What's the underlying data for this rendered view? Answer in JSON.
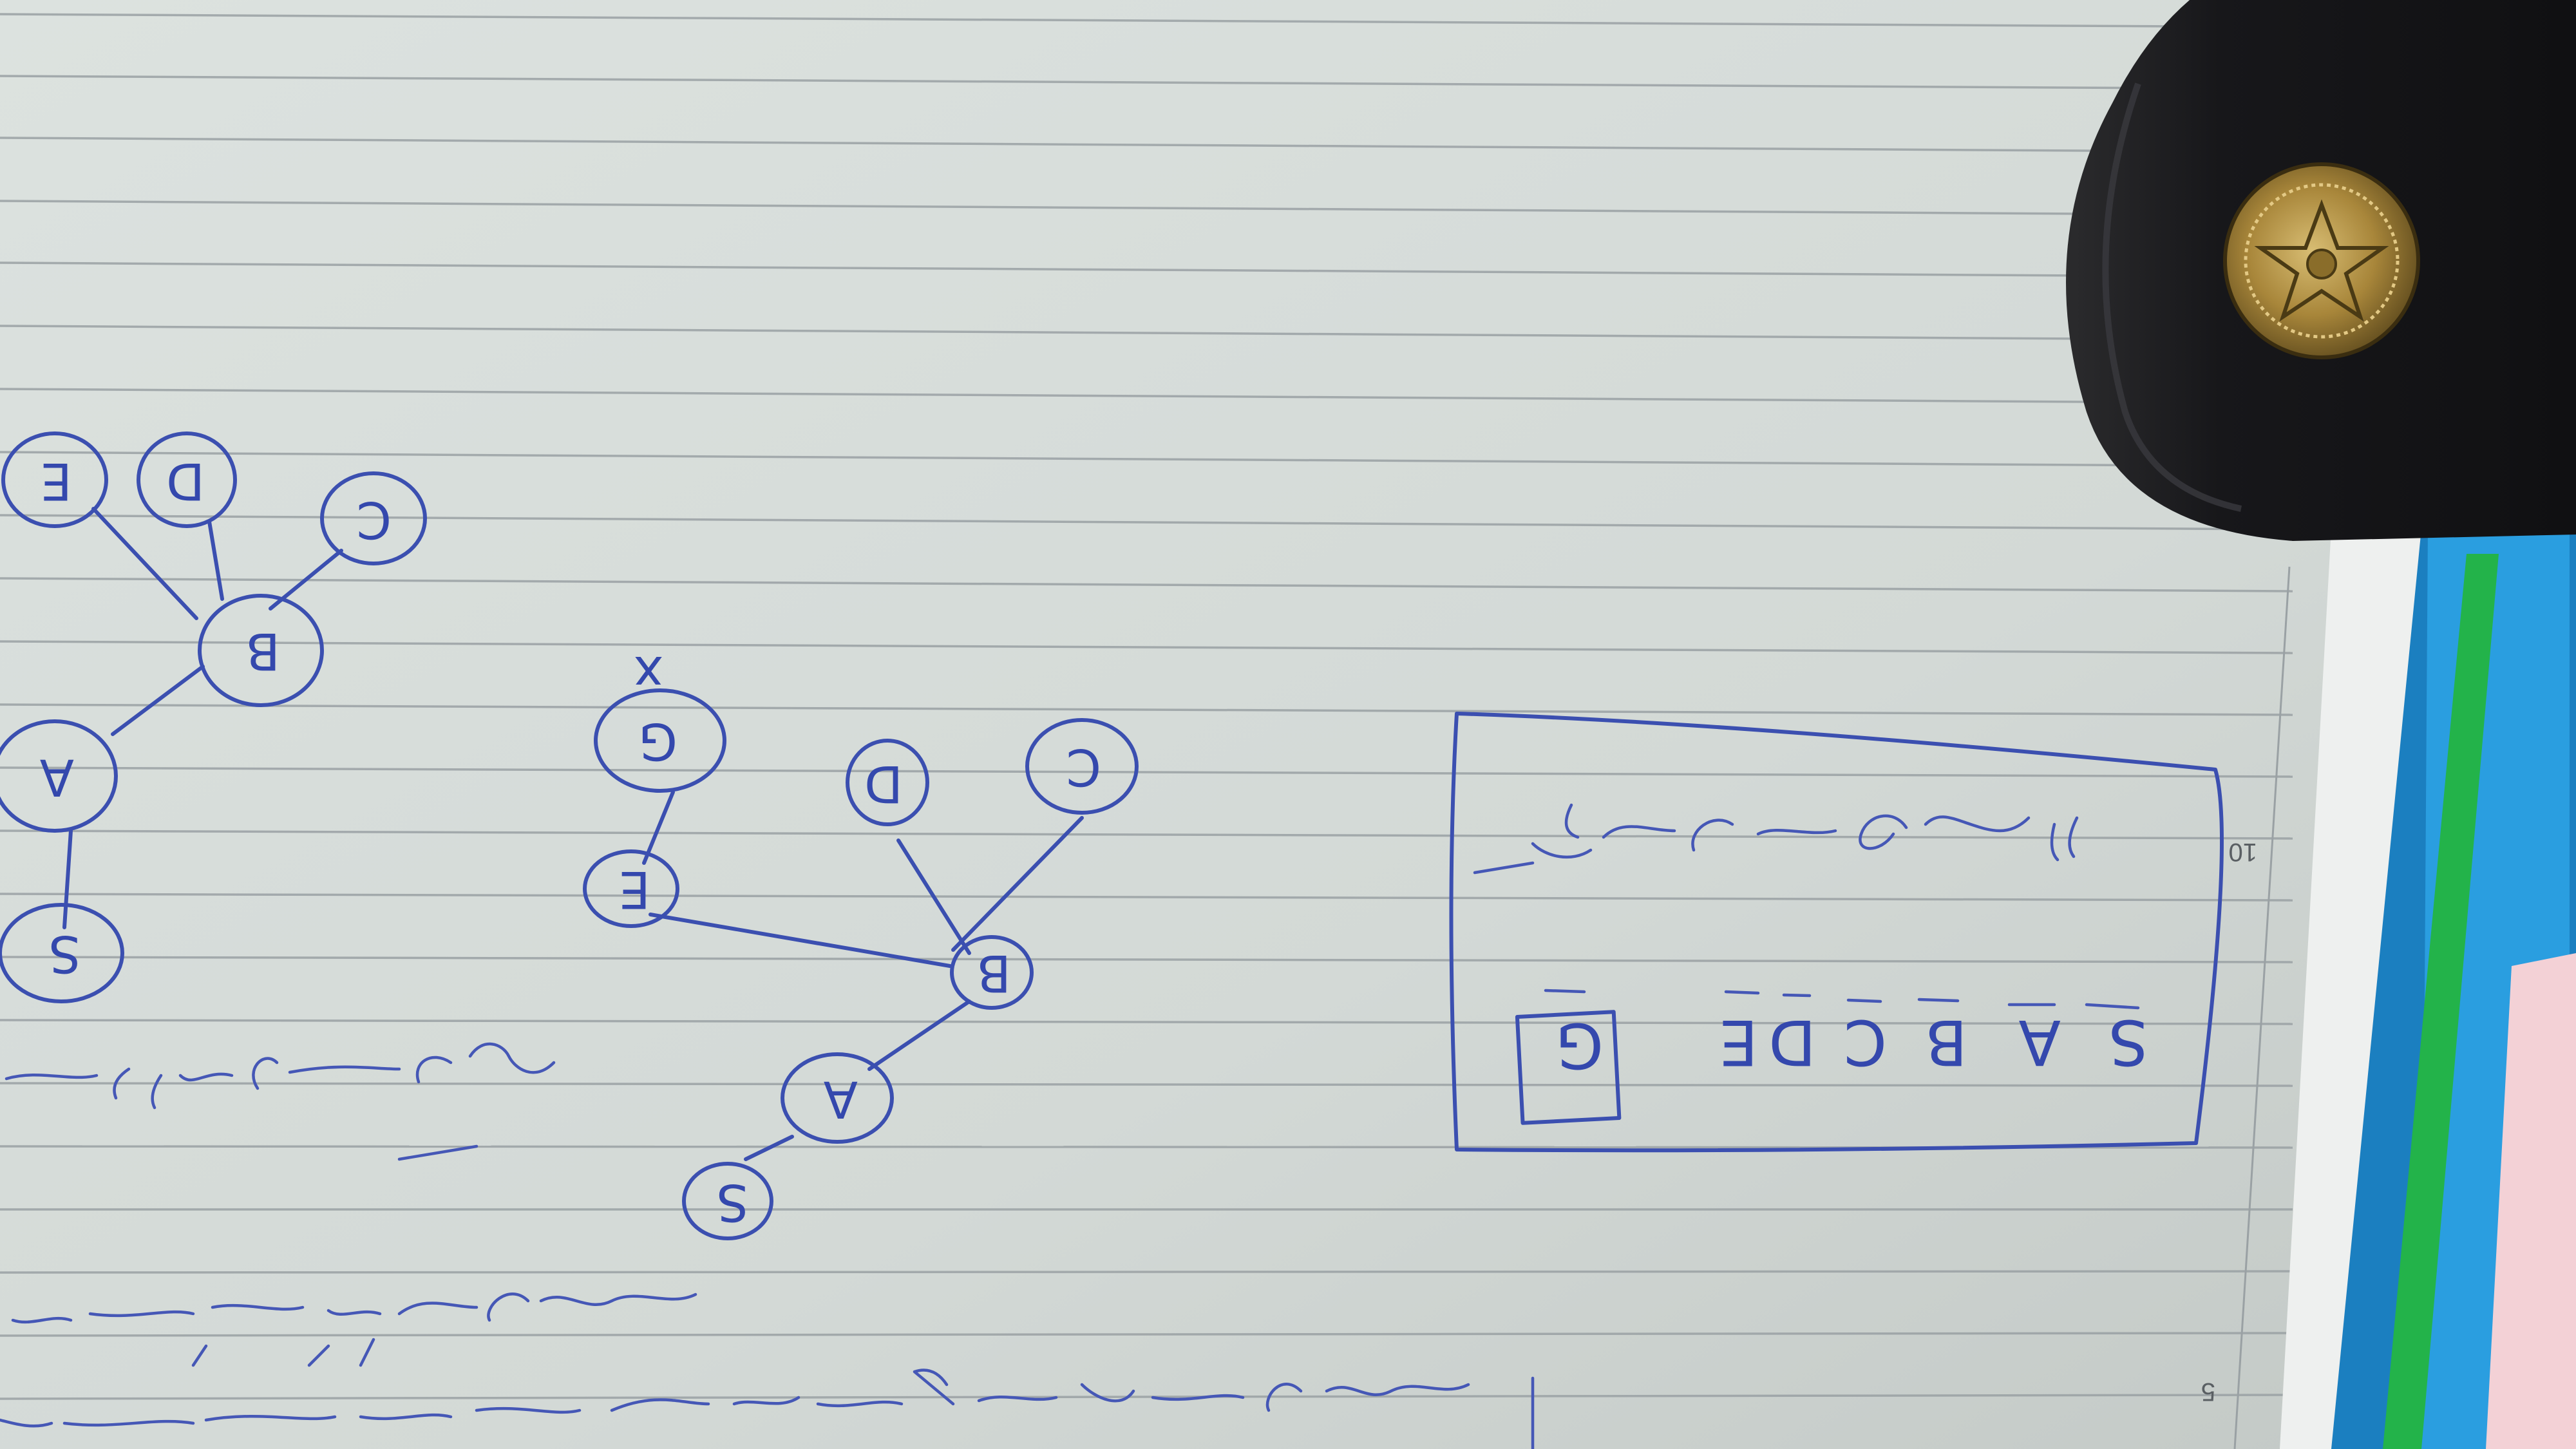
{
  "photo": {
    "subject": "handwritten notebook page with tree diagrams, photographed upside down",
    "page_numbers": [
      "10",
      "5"
    ],
    "box": {
      "sequence": [
        "S",
        "A",
        "B",
        "C",
        "D",
        "E",
        "G"
      ],
      "highlighted": "G"
    },
    "tree_top": {
      "nodes": [
        "S",
        "A",
        "B",
        "C",
        "D",
        "E"
      ]
    },
    "tree_mid": {
      "nodes": [
        "S",
        "A",
        "B",
        "C",
        "D",
        "E",
        "G"
      ],
      "cross_mark": "x"
    },
    "colors": {
      "ink": "#3b4fb0",
      "paper": "#d9dfdc",
      "rule": "#9aa1a4",
      "strap": "#1c1c1e",
      "button": "#b08d3c",
      "tab": "#1d8fd0"
    }
  }
}
